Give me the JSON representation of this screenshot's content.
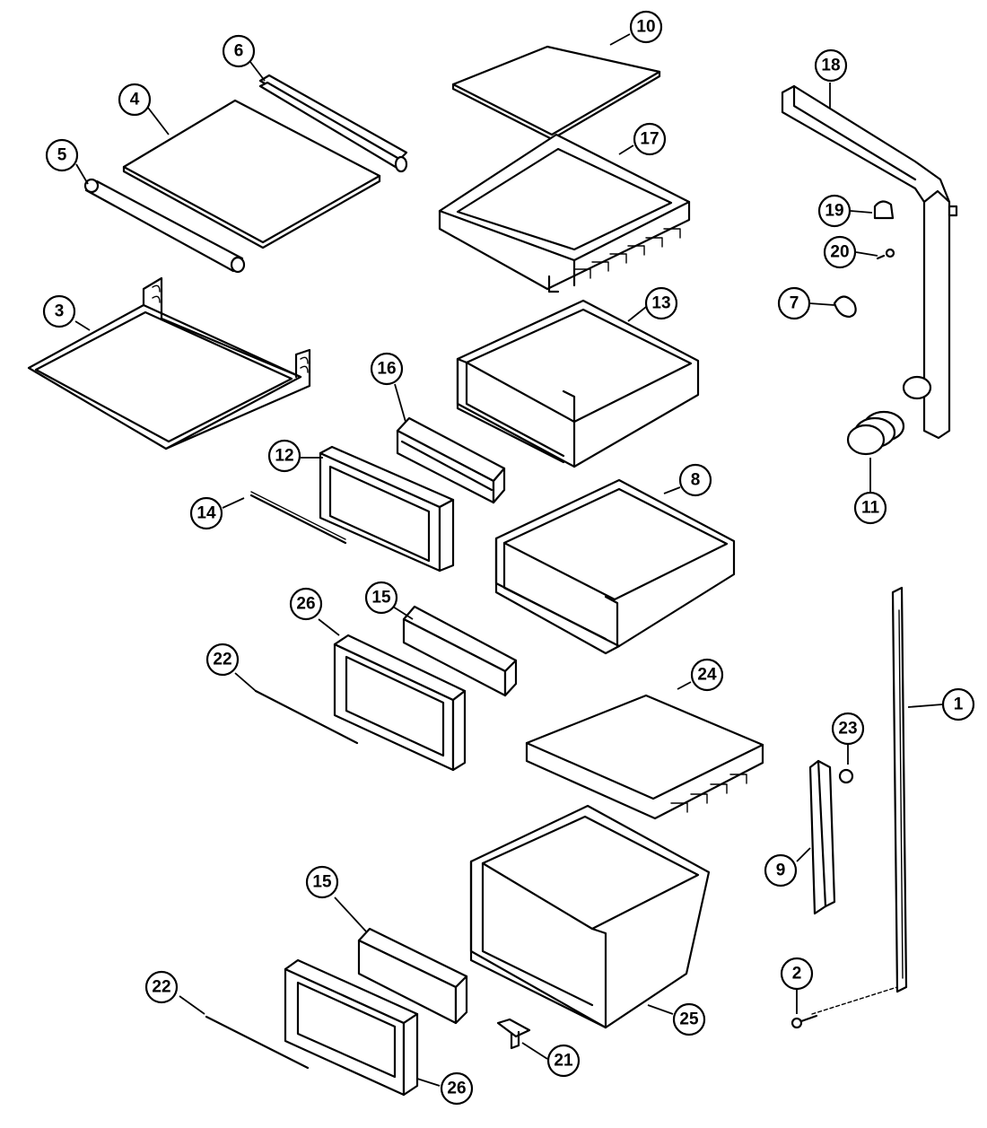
{
  "callouts": [
    {
      "id": "c10",
      "label": "10"
    },
    {
      "id": "c6",
      "label": "6"
    },
    {
      "id": "c18",
      "label": "18"
    },
    {
      "id": "c4",
      "label": "4"
    },
    {
      "id": "c17",
      "label": "17"
    },
    {
      "id": "c5",
      "label": "5"
    },
    {
      "id": "c19",
      "label": "19"
    },
    {
      "id": "c20",
      "label": "20"
    },
    {
      "id": "c3",
      "label": "3"
    },
    {
      "id": "c13",
      "label": "13"
    },
    {
      "id": "c7",
      "label": "7"
    },
    {
      "id": "c16",
      "label": "16"
    },
    {
      "id": "c12",
      "label": "12"
    },
    {
      "id": "c8",
      "label": "8"
    },
    {
      "id": "c11",
      "label": "11"
    },
    {
      "id": "c14",
      "label": "14"
    },
    {
      "id": "c26a",
      "label": "26"
    },
    {
      "id": "c15a",
      "label": "15"
    },
    {
      "id": "c22a",
      "label": "22"
    },
    {
      "id": "c24",
      "label": "24"
    },
    {
      "id": "c1",
      "label": "1"
    },
    {
      "id": "c23",
      "label": "23"
    },
    {
      "id": "c9",
      "label": "9"
    },
    {
      "id": "c15b",
      "label": "15"
    },
    {
      "id": "c22b",
      "label": "22"
    },
    {
      "id": "c2",
      "label": "2"
    },
    {
      "id": "c25",
      "label": "25"
    },
    {
      "id": "c21",
      "label": "21"
    },
    {
      "id": "c26b",
      "label": "26"
    }
  ]
}
